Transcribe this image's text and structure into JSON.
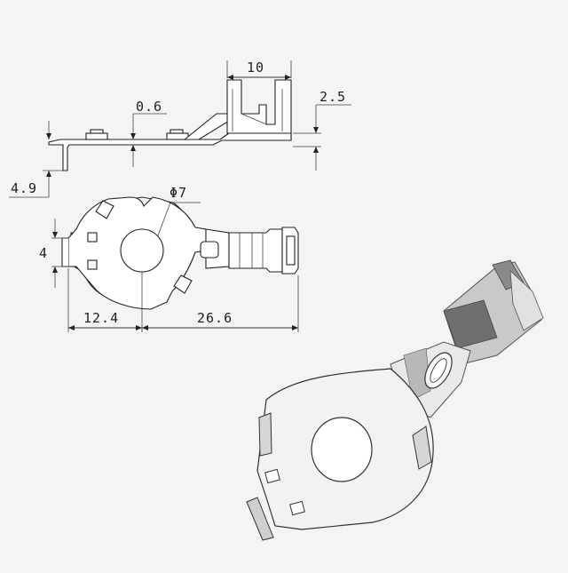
{
  "dimensions": {
    "width_10": "10",
    "thickness_06": "0.6",
    "height_25": "2.5",
    "offset_49": "4.9",
    "hole_dia": "Φ7",
    "tab_4": "4",
    "len_124": "12.4",
    "len_266": "26.6"
  },
  "colors": {
    "background": "#f4f4f4",
    "line": "#222222",
    "metal_light": "#f2f2f2",
    "metal_shade": "#8a8a8a"
  }
}
